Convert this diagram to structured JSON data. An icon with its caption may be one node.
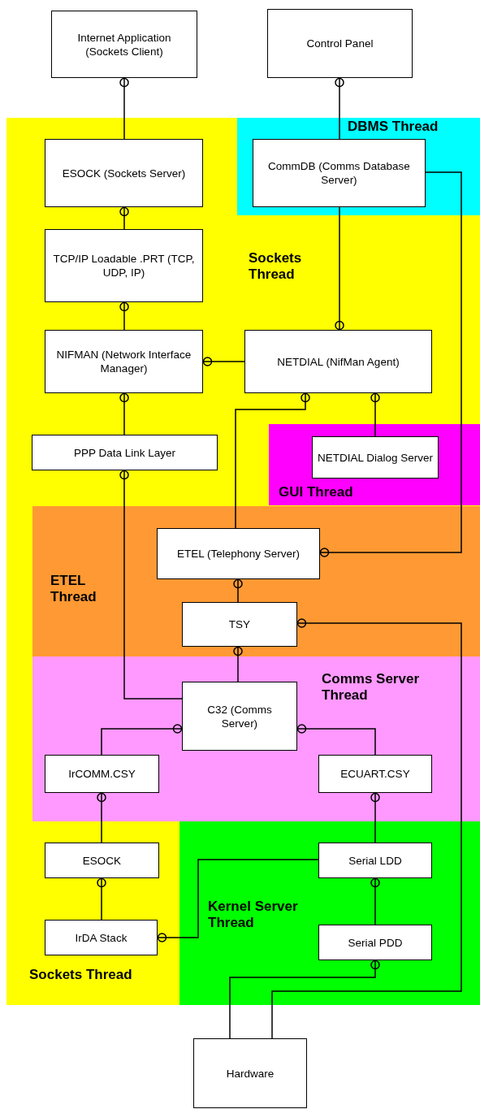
{
  "diagram": {
    "nodes": [
      {
        "text": [
          "Internet Application (Sockets Client)"
        ]
      },
      {
        "text": [
          "Control Panel"
        ]
      },
      {
        "text": [
          "Sockets Thread",
          "Sockets Thread"
        ]
      },
      {
        "text": [
          "DBMS Thread"
        ],
        "in": 2
      },
      {
        "text": [
          "ESOCK (Sockets Server)"
        ],
        "in": 2
      },
      {
        "text": [
          "CommDB (Comms Database Server)"
        ],
        "in": 3
      },
      {
        "text": [
          "TCP/IP Loadable .PRT (TCP, UDP, IP)"
        ],
        "in": 2
      },
      {
        "text": [
          "NIFMAN (Network Interface Manager)"
        ],
        "in": 2
      },
      {
        "text": [
          "NETDIAL (NifMan Agent)"
        ],
        "in": 2
      },
      {
        "text": [
          "PPP Data Link Layer"
        ],
        "in": 2
      },
      {
        "text": [
          "GUI Thread"
        ],
        "in": 2
      },
      {
        "text": [
          "NETDIAL Dialog Server"
        ],
        "in": 10
      },
      {
        "text": [
          "ETEL Thread"
        ],
        "in": 2
      },
      {
        "text": [
          "ETEL (Telephony Server)"
        ],
        "in": 12
      },
      {
        "text": [
          "TSY"
        ],
        "in": 12
      },
      {
        "text": [
          "Comms Server Thread"
        ],
        "in": 2
      },
      {
        "text": [
          "C32 (Comms Server)"
        ],
        "in": 15
      },
      {
        "text": [
          "IrCOMM.CSY"
        ],
        "in": 15
      },
      {
        "text": [
          "ECUART.CSY"
        ],
        "in": 15
      },
      {
        "text": [
          "ESOCK"
        ],
        "in": 2
      },
      {
        "text": [
          "Kernel Server Thread"
        ],
        "in": 2
      },
      {
        "text": [
          "Serial LDD"
        ],
        "in": 20
      },
      {
        "text": [
          "IrDA Stack"
        ],
        "in": 2
      },
      {
        "text": [
          "Serial PDD"
        ],
        "in": 20
      },
      {
        "text": [
          "Hardware"
        ]
      }
    ],
    "edges": [
      {
        "from": 4,
        "to": 0,
        "arrow": "other"
      },
      {
        "from": 5,
        "to": 1,
        "arrow": "other"
      },
      {
        "from": 6,
        "to": 4,
        "arrow": "other"
      },
      {
        "from": 7,
        "to": 6,
        "arrow": "other"
      },
      {
        "from": 5,
        "to": 8,
        "arrow": "other"
      },
      {
        "from": 8,
        "to": 7,
        "arrow": "other"
      },
      {
        "from": 9,
        "to": 7,
        "arrow": "other"
      },
      {
        "from": 13,
        "to": 8,
        "arrow": "other"
      },
      {
        "from": 11,
        "to": 8,
        "arrow": "other"
      },
      {
        "from": 5,
        "to": 13,
        "arrow": "other"
      },
      {
        "from": 16,
        "to": 9,
        "arrow": "other"
      },
      {
        "from": 14,
        "to": 13,
        "arrow": "other"
      },
      {
        "from": 16,
        "to": 14,
        "arrow": "other"
      },
      {
        "from": 24,
        "to": 14,
        "arrow": "other"
      },
      {
        "from": 17,
        "to": 16,
        "arrow": "other"
      },
      {
        "from": 18,
        "to": 16,
        "arrow": "other"
      },
      {
        "from": 19,
        "to": 17,
        "arrow": "other"
      },
      {
        "from": 21,
        "to": 18,
        "arrow": "other"
      },
      {
        "from": 22,
        "to": 19,
        "arrow": "other"
      },
      {
        "from": 21,
        "to": 22,
        "arrow": "other"
      },
      {
        "from": 23,
        "to": 21,
        "arrow": "other"
      },
      {
        "from": 24,
        "to": 23,
        "arrow": "other"
      }
    ]
  }
}
